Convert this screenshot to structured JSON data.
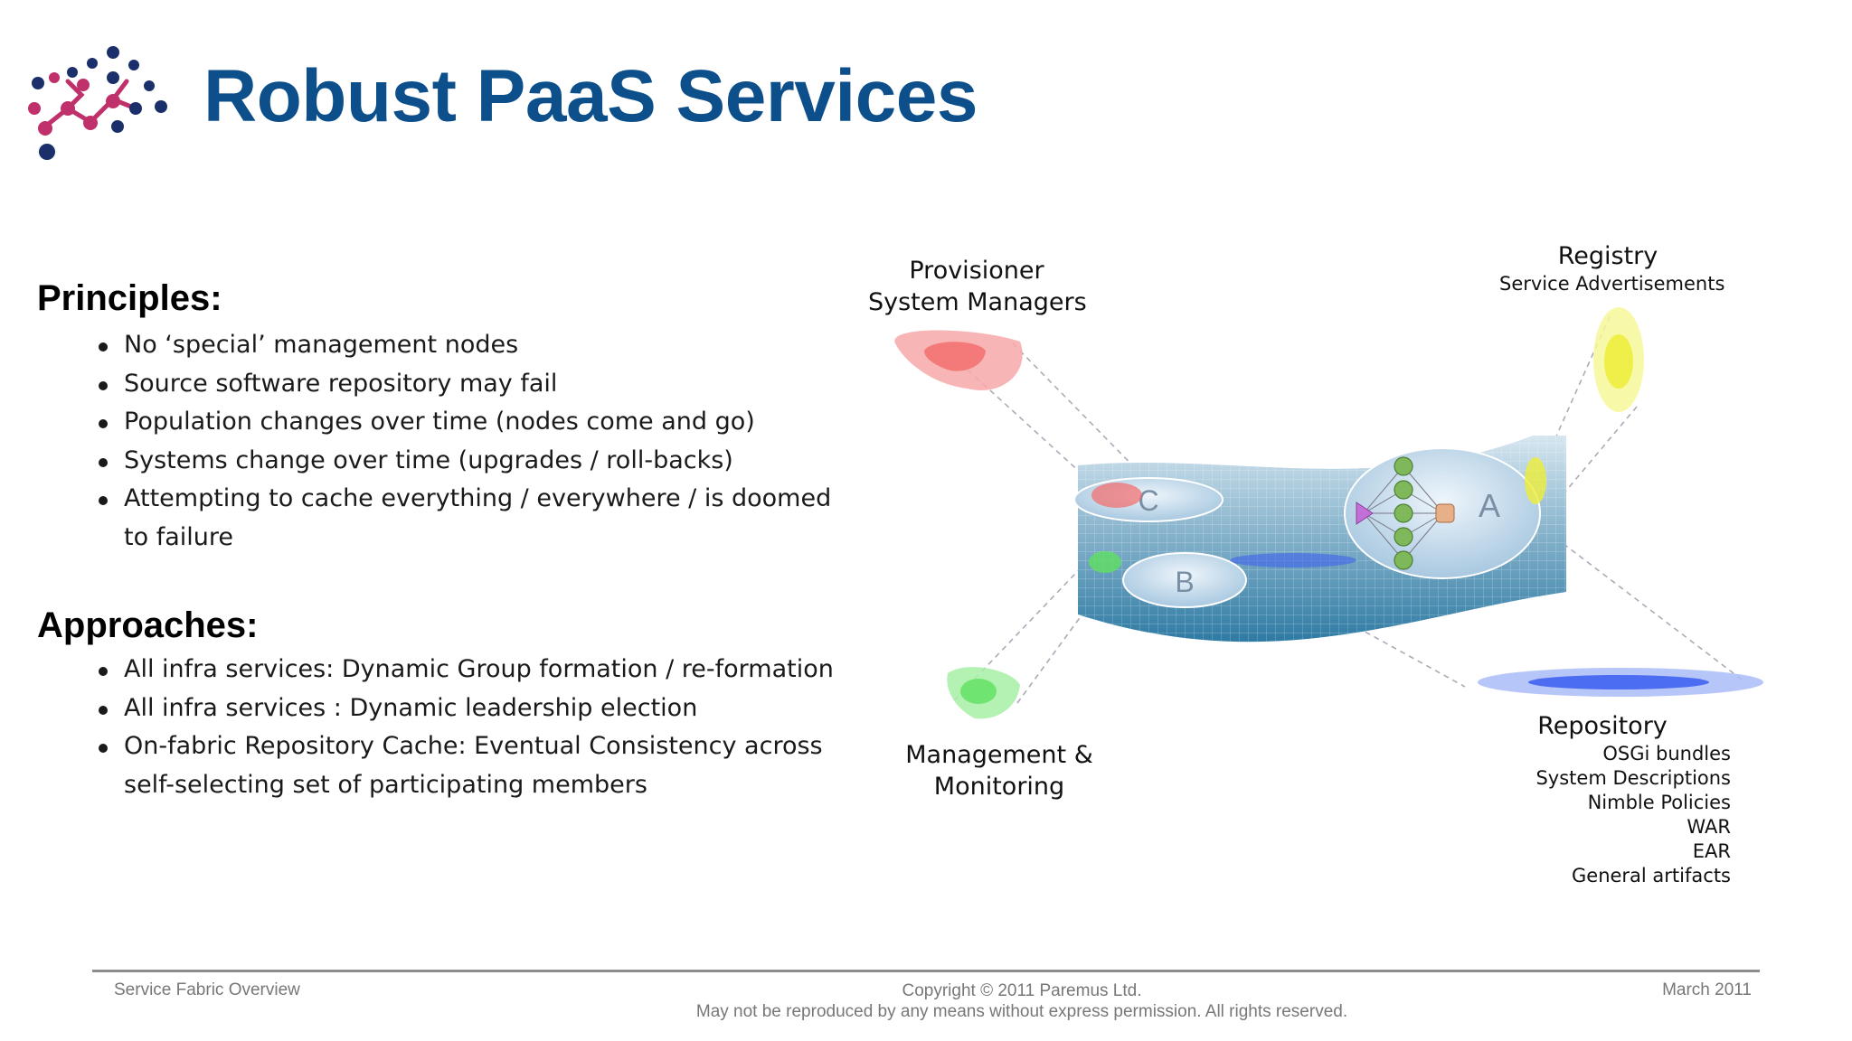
{
  "slide": {
    "title": "Robust PaaS Services"
  },
  "principles": {
    "heading": "Principles:",
    "items": [
      "No ‘special’ management nodes",
      "Source software repository may fail",
      "Population changes over time (nodes come and go)",
      "Systems change over time (upgrades / roll-backs)",
      "Attempting to cache everything / everywhere / is doomed to failure"
    ]
  },
  "approaches": {
    "heading": "Approaches:",
    "items": [
      "All infra services: Dynamic Group formation / re-formation",
      "All infra services : Dynamic leadership election",
      "On-fabric Repository Cache: Eventual Consistency across self-selecting set of participating members"
    ]
  },
  "diagram": {
    "provisioner": {
      "line1": "Provisioner",
      "line2": "System Managers",
      "color": "#f26b6b"
    },
    "registry": {
      "title": "Registry",
      "subtitle": "Service Advertisements",
      "color": "#f2f23a"
    },
    "management": {
      "line1": "Management &",
      "line2": "Monitoring",
      "color": "#5fe05f"
    },
    "repository": {
      "title": "Repository",
      "items": [
        "OSGi bundles",
        "System Descriptions",
        "Nimble Policies",
        "WAR",
        "EAR",
        "General artifacts"
      ],
      "color": "#3a5cf0"
    },
    "nodes": {
      "a": "A",
      "b": "B",
      "c": "C"
    },
    "fabric_color": "#4d8fb3"
  },
  "footer": {
    "left": "Service Fabric Overview",
    "copyright": "Copyright © 2011 Paremus Ltd.",
    "notice": "May not be reproduced by any means without express permission. All rights reserved.",
    "date": "March 2011"
  }
}
